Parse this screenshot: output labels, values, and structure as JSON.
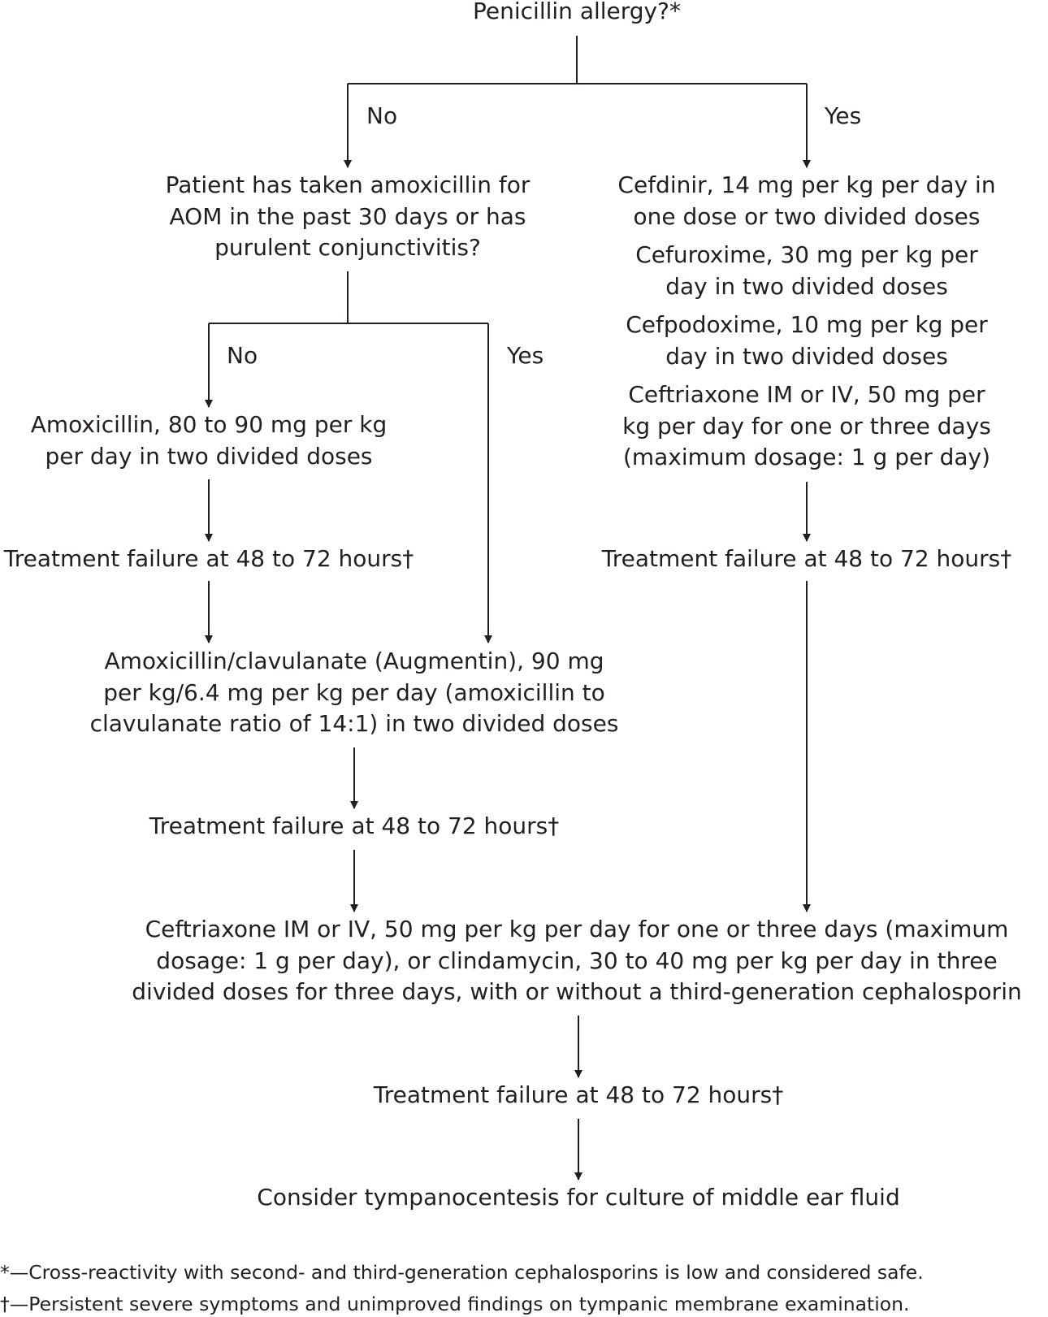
{
  "nodes": {
    "root": [
      "Penicillin allergy?*"
    ],
    "history_question": [
      "Patient has taken amoxicillin for",
      "AOM in the past 30 days or has",
      "purulent conjunctivitis?"
    ],
    "allergy_options": [
      [
        "Cefdinir, 14 mg per kg per day in",
        "one dose or two divided doses"
      ],
      [
        "Cefuroxime, 30 mg per kg per",
        "day in two divided doses"
      ],
      [
        "Cefpodoxime, 10 mg per kg per",
        "day in two divided doses"
      ],
      [
        "Ceftriaxone IM or IV, 50 mg per",
        "kg per day for one or three days",
        "(maximum dosage: 1 g per day)"
      ]
    ],
    "amoxicillin": [
      "Amoxicillin, 80 to 90 mg per kg",
      "per day in two divided doses"
    ],
    "failure_left": [
      "Treatment failure at 48 to 72 hours†"
    ],
    "failure_right": [
      "Treatment failure at 48 to 72 hours†"
    ],
    "augmentin": [
      "Amoxicillin/clavulanate (Augmentin), 90 mg",
      "per kg/6.4 mg per kg per day (amoxicillin to",
      "clavulanate ratio of 14:1) in two divided doses"
    ],
    "failure_mid": [
      "Treatment failure at 48 to 72 hours†"
    ],
    "ceftriaxone_final": [
      "Ceftriaxone IM or IV, 50 mg per kg per day for one or three days (maximum",
      "dosage: 1 g per day), or clindamycin, 30 to 40 mg per kg per day in three",
      "divided doses for three days, with or without a third-generation cephalosporin"
    ],
    "failure_final": [
      "Treatment failure at 48 to 72 hours†"
    ],
    "tympanocentesis": [
      "Consider tympanocentesis for culture of middle ear fluid"
    ]
  },
  "branch_labels": {
    "allergy_no": "No",
    "allergy_yes": "Yes",
    "history_no": "No",
    "history_yes": "Yes"
  },
  "footnotes": [
    "*—Cross-reactivity with second- and third-generation cephalosporins is low and considered safe.",
    "†—Persistent severe symptoms and unimproved findings on tympanic membrane examination."
  ]
}
